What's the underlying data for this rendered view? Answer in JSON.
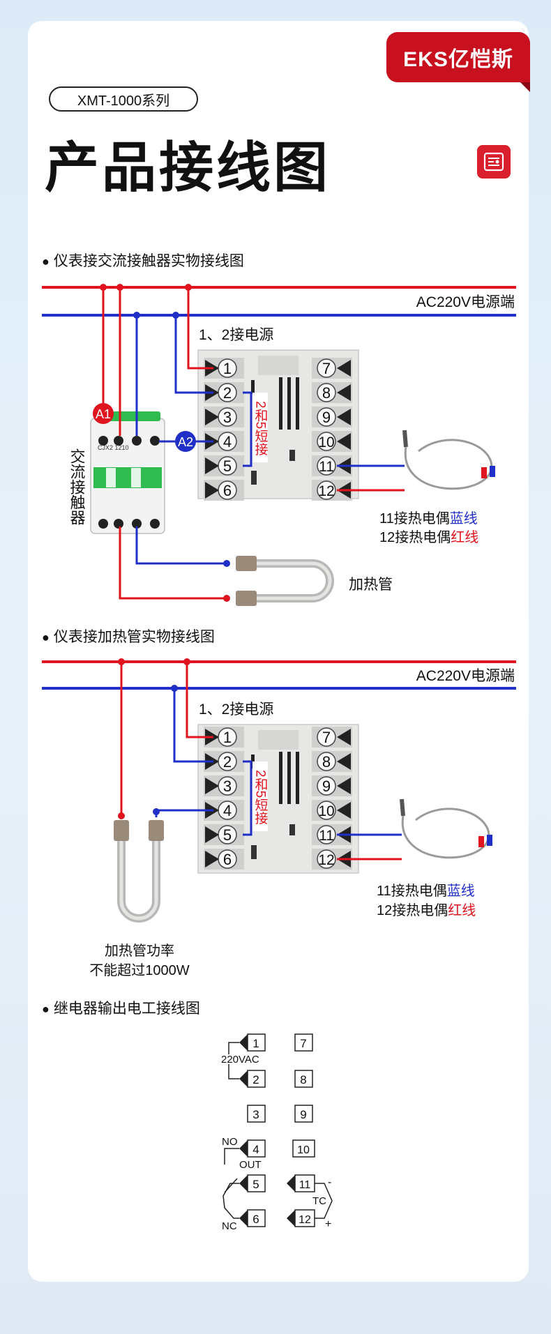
{
  "brand": {
    "logo_text": "EKS亿恺斯"
  },
  "header": {
    "series": "XMT-1000系列",
    "title": "产品接线图",
    "icon": "document-settings-icon"
  },
  "colors": {
    "live_wire": "#e0141e",
    "neutral_wire": "#1f2fc8",
    "brand_red": "#c8101e",
    "contactor_green": "#2fbb4f"
  },
  "sections": {
    "contactor": {
      "title": "仪表接交流接触器实物接线图",
      "power_label": "AC220V电源端",
      "power_terminals_note": "1、2接电源",
      "short_note": "2和5短接",
      "contactor_label": "交流接触器",
      "contactor_model": "CJX2 1210",
      "coil_a1": "A1",
      "coil_a2": "A2",
      "heater_label": "加热管",
      "tc_blue": "11接热电偶",
      "tc_blue_color": "蓝线",
      "tc_red": "12接热电偶",
      "tc_red_color": "红线"
    },
    "heater": {
      "title": "仪表接加热管实物接线图",
      "power_label": "AC220V电源端",
      "power_terminals_note": "1、2接电源",
      "short_note": "2和5短接",
      "heater_note_1": "加热管功率",
      "heater_note_2": "不能超过1000W",
      "tc_blue": "11接热电偶",
      "tc_blue_color": "蓝线",
      "tc_red": "12接热电偶",
      "tc_red_color": "红线"
    },
    "relay": {
      "title": "继电器输出电工接线图",
      "power": "220VAC",
      "no": "NO",
      "out": "OUT",
      "nc": "NC",
      "tc": "TC",
      "minus": "-",
      "plus": "+"
    }
  },
  "terminals": {
    "left": [
      "1",
      "2",
      "3",
      "4",
      "5",
      "6"
    ],
    "right": [
      "7",
      "8",
      "9",
      "10",
      "11",
      "12"
    ]
  }
}
